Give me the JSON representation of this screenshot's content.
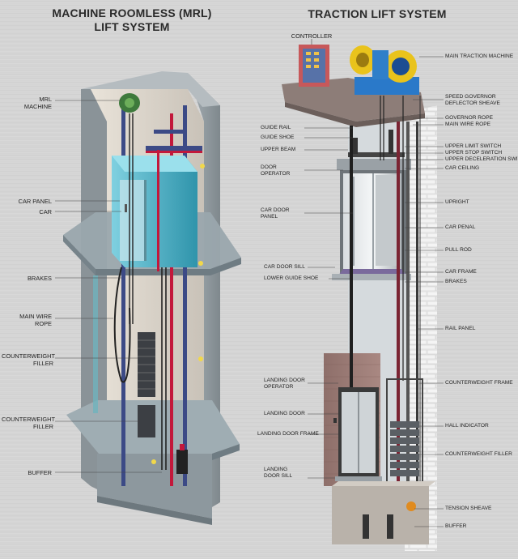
{
  "titles": {
    "mrl_line1": "MACHINE ROOMLESS (MRL)",
    "mrl_line2": "LIFT SYSTEM",
    "traction": "TRACTION LIFT SYSTEM"
  },
  "mrl_labels": {
    "machine_1": "MRL",
    "machine_2": "MACHINE",
    "car_panel": "CAR PANEL",
    "car": "CAR",
    "brakes": "BRAKES",
    "wire_1": "MAIN WIRE",
    "wire_2": "ROPE",
    "cw1_1": "COUNTERWEIGHT",
    "cw1_2": "FILLER",
    "cw2_1": "COUNTERWEIGHT",
    "cw2_2": "FILLER",
    "buffer": "BUFFER"
  },
  "traction_labels": {
    "controller": "CONTROLLER",
    "main_machine": "MAIN TRACTION MACHINE",
    "speed_gov_1": "SPEED GOVERNOR",
    "speed_gov_2": "DEFLECTOR SHEAVE",
    "governor_rope": "GOVERNOR ROPE",
    "main_wire": "MAIN WIRE ROPE",
    "upper_limit": "UPPER LIMIT SWITCH",
    "upper_stop": "UPPER STOP SWITCH",
    "upper_decel": "UPPER DECELERATION SWITCH",
    "car_ceiling": "CAR CEILING",
    "upright": "UPRIGHT",
    "car_penal": "CAR PENAL",
    "pull_rod": "PULL ROD",
    "car_frame": "CAR FRAME",
    "brakes": "BRAKES",
    "rail_panel": "RAIL PANEL",
    "cw_frame": "COUNTERWEIGHT FRAME",
    "hall_indicator": "HALL INDICATOR",
    "cw_filler": "COUNTERWEIGHT FILLER",
    "tension_sheave": "TENSION SHEAVE",
    "buffer": "BUFFER",
    "guide_rail": "GUIDE RAIL",
    "guide_shoe": "GUIDE SHOE",
    "upper_beam": "UPPER BEAM",
    "door_op_1": "DOOR",
    "door_op_2": "OPERATOR",
    "car_door_1": "CAR DOOR",
    "car_door_2": "PANEL",
    "car_door_sill": "CAR DOOR SILL",
    "lower_guide_shoe": "LOWER GUIDE SHOE",
    "landing_op_1": "LANDING DOOR",
    "landing_op_2": "OPERATOR",
    "landing_door": "LANDING DOOR",
    "landing_frame": "LANDING DOOR FRAME",
    "landing_sill_1": "LANDING",
    "landing_sill_2": "DOOR SILL"
  },
  "colors": {
    "car_teal": "#4fb3c8",
    "rail_red": "#c2183b",
    "sheave_yellow": "#e8c51e",
    "machine_blue": "#2f7fc9",
    "wall_grey": "#9aa3a8"
  }
}
